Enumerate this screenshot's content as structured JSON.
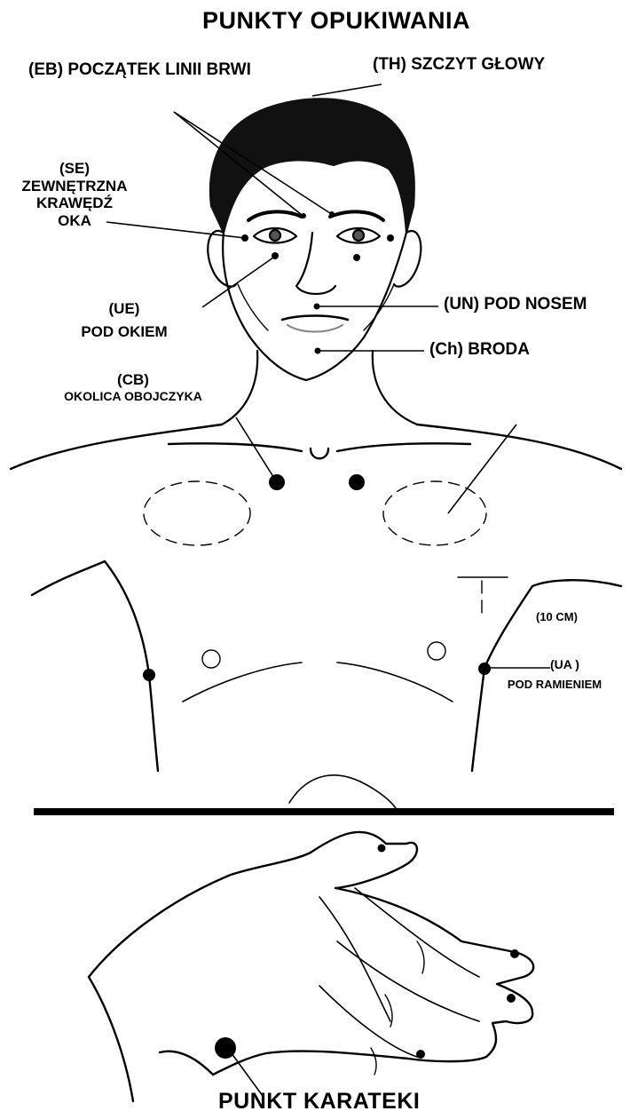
{
  "title": "PUNKTY OPUKIWANIA",
  "points": {
    "eb": "(EB) POCZĄTEK LINII BRWI",
    "th": "(TH) SZCZYT GŁOWY",
    "se_code": "(SE)",
    "se_line1": "ZEWNĘTRZNA",
    "se_line2": "KRAWĘDŹ",
    "se_line3": "OKA",
    "ue_code": "(UE)",
    "ue_label": "POD OKIEM",
    "un": "(UN) POD NOSEM",
    "ch": "(Ch) BRODA",
    "cb_code": "(CB)",
    "cb_label": "OKOLICA OBOJCZYKA",
    "measure": "(10 CM)",
    "ua_code": "(UA )",
    "ua_label": "POD RAMIENIEM",
    "karate": "PUNKT KARATEKI"
  },
  "colors": {
    "ink": "#000000",
    "paper": "#ffffff",
    "hair": "#111111"
  }
}
